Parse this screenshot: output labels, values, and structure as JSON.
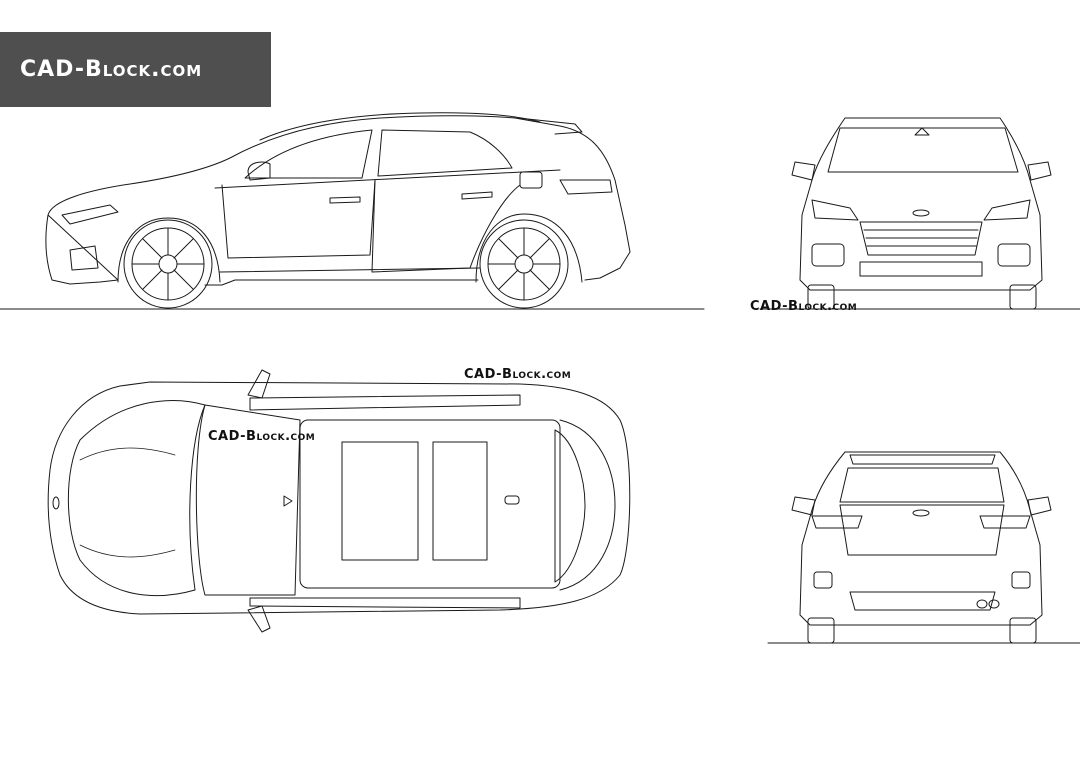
{
  "logo": {
    "text": "CAD-Block.com"
  },
  "watermarks": {
    "front": "CAD-Block.com",
    "top_right": "CAD-Block.com",
    "top_left": "CAD-Block.com"
  }
}
